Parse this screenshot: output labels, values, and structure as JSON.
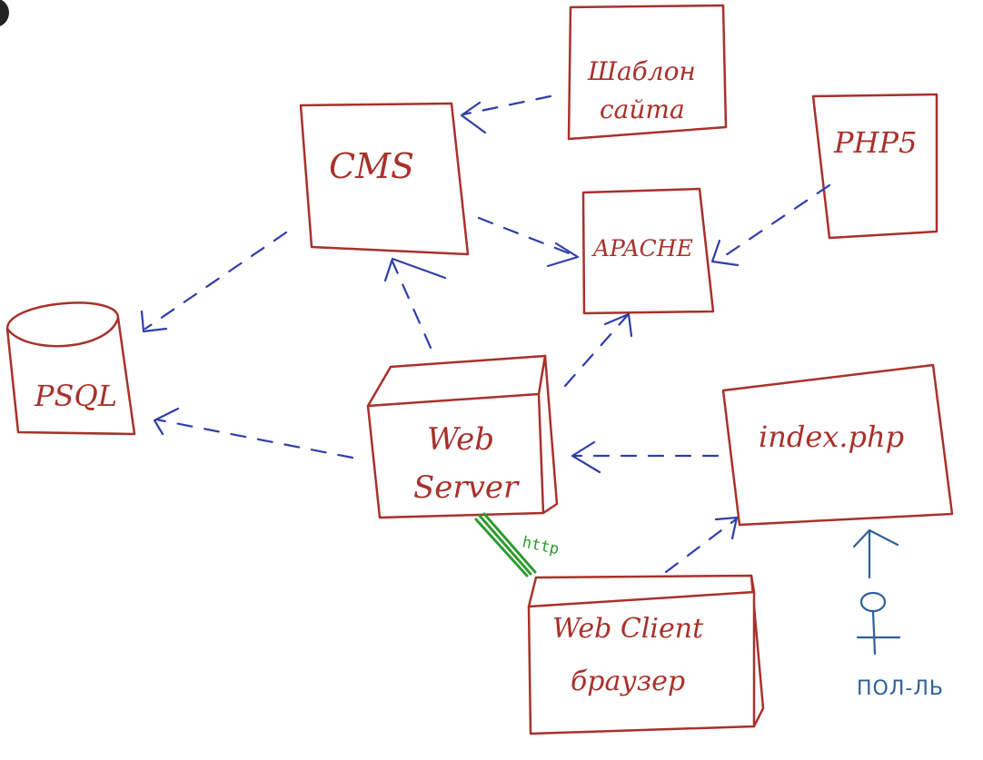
{
  "nodes": {
    "template": {
      "line1": "Шаблон",
      "line2": "сайта"
    },
    "cms": {
      "label": "CMS"
    },
    "php": {
      "label": "PHP5"
    },
    "apache": {
      "label": "APACHE"
    },
    "psql": {
      "label": "PSQL"
    },
    "webserver": {
      "line1": "Web",
      "line2": "Server"
    },
    "index": {
      "label": "index.php"
    },
    "webclient": {
      "line1": "Web Client",
      "line2": "браузер"
    }
  },
  "edges": {
    "http_label": "http"
  },
  "actor": {
    "label": "ПОЛ-ЛЬ"
  },
  "colors": {
    "box_stroke": "#a8312b",
    "dashed_arrow": "#2f3ea8",
    "http_link": "#2e9b2e",
    "actor": "#2f5f9a"
  }
}
